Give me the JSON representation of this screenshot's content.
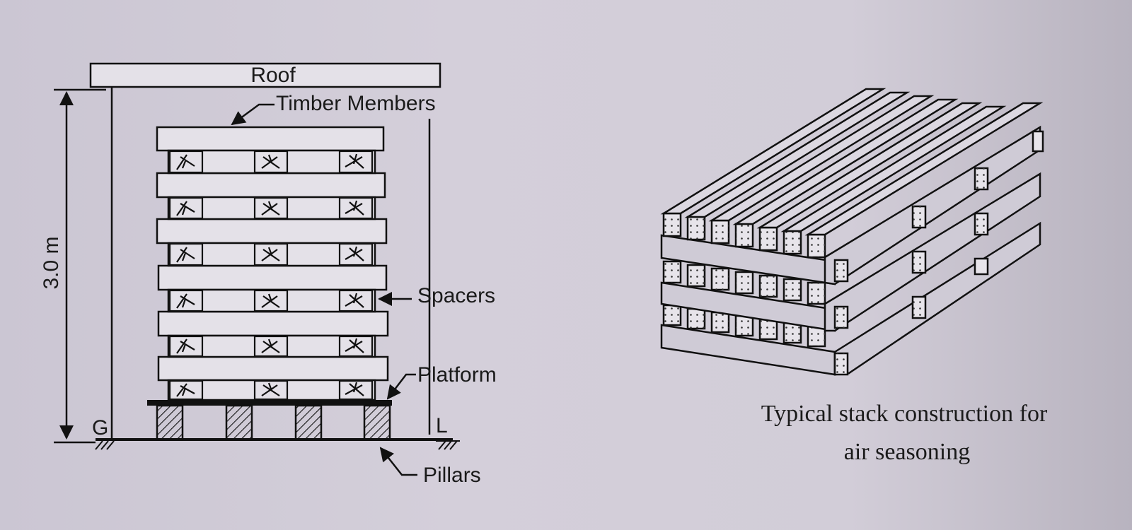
{
  "diagram": {
    "labels": {
      "roof": "Roof",
      "timber_members": "Timber Members",
      "spacers": "Spacers",
      "platform": "Platform",
      "pillars": "Pillars",
      "height": "3.0 m",
      "ground_left": "G",
      "ground_right": "L"
    },
    "caption_line1": "Typical stack construction for",
    "caption_line2": "air seasoning"
  }
}
